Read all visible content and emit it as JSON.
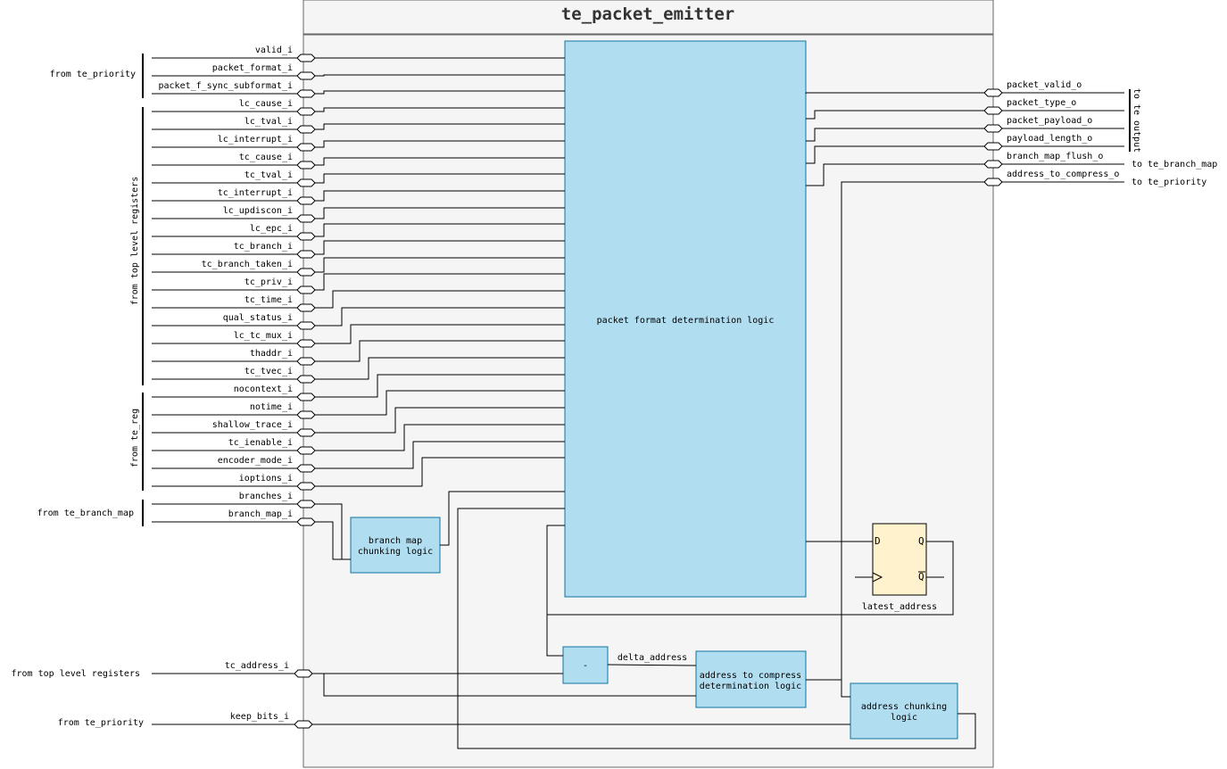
{
  "title": "te_packet_emitter",
  "colors": {
    "background": "#ffffff",
    "module_fill": "#f5f5f5",
    "module_stroke": "#666666",
    "logic_block_fill": "#b1ddf0",
    "logic_block_stroke": "#10739e",
    "register_fill": "#fff2cc",
    "wire": "#000000"
  },
  "inputs": [
    "valid_i",
    "packet_format_i",
    "packet_f_sync_subformat_i",
    "lc_cause_i",
    "lc_tval_i",
    "lc_interrupt_i",
    "tc_cause_i",
    "tc_tval_i",
    "tc_interrupt_i",
    "lc_updiscon_i",
    "lc_epc_i",
    "tc_branch_i",
    "tc_branch_taken_i",
    "tc_priv_i",
    "tc_time_i",
    "qual_status_i",
    "lc_tc_mux_i",
    "thaddr_i",
    "tc_tvec_i",
    "nocontext_i",
    "notime_i",
    "shallow_trace_i",
    "tc_ienable_i",
    "encoder_mode_i",
    "ioptions_i",
    "branches_i",
    "branch_map_i"
  ],
  "lower_inputs": [
    "tc_address_i",
    "keep_bits_i"
  ],
  "input_groups": [
    {
      "label": "from te_priority",
      "orientation": "horizontal"
    },
    {
      "label": "from top level registers",
      "orientation": "vertical"
    },
    {
      "label": "from te_reg",
      "orientation": "vertical"
    },
    {
      "label": "from te_branch_map",
      "orientation": "horizontal"
    },
    {
      "label": "from top level registers",
      "orientation": "horizontal"
    },
    {
      "label": "from te_priority",
      "orientation": "horizontal"
    }
  ],
  "outputs": [
    "packet_valid_o",
    "packet_type_o",
    "packet_payload_o",
    "payload_length_o",
    "branch_map_flush_o",
    "address_to_compress_o"
  ],
  "output_groups": [
    {
      "label": "to te output",
      "orientation": "vertical"
    },
    {
      "label": "to te_branch_map",
      "orientation": "horizontal"
    },
    {
      "label": "to te_priority",
      "orientation": "horizontal"
    }
  ],
  "blocks": {
    "packet_format": "packet format determination logic",
    "branch_map_chunking": [
      "branch map",
      "chunking logic"
    ],
    "subtract": "-",
    "address_to_compress": [
      "address to compress",
      "determination logic"
    ],
    "address_chunking": [
      "address chunking",
      "logic"
    ]
  },
  "register": {
    "name": "latest_address",
    "d_pin": "D",
    "q_pin": "Q",
    "qbar_pin": "Q"
  },
  "wire_labels": {
    "delta_address": "delta_address"
  }
}
